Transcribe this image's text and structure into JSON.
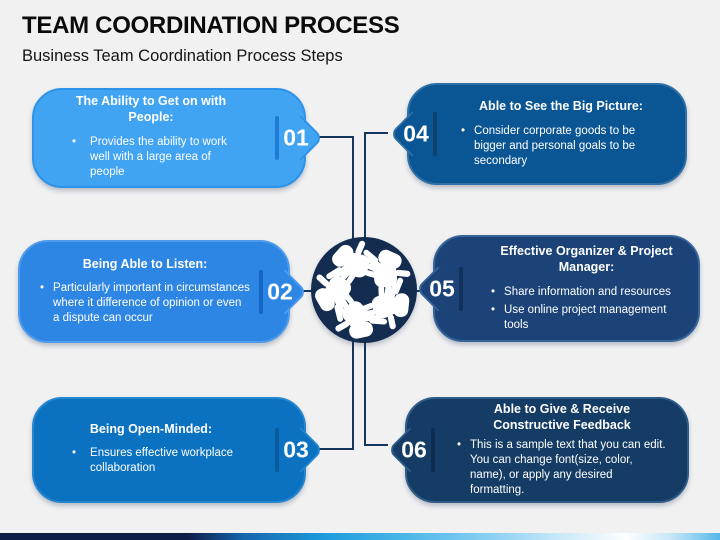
{
  "slide": {
    "title": "TEAM COORDINATION PROCESS",
    "subtitle": "Business Team Coordination Process Steps"
  },
  "steps": [
    {
      "number": "01",
      "heading": "The Ability to Get on with People:",
      "bullets": [
        "Provides the ability to work well with a large area of people"
      ],
      "fill": "#41A4F3",
      "edge": "#2D93E8",
      "sep": "#1E7CD6"
    },
    {
      "number": "02",
      "heading": "Being Able to Listen:",
      "bullets": [
        "Particularly important in circumstances where it difference of opinion or even a dispute can occur"
      ],
      "fill": "#2E86E4",
      "edge": "#4E9BEC",
      "sep": "#1566C4"
    },
    {
      "number": "03",
      "heading": "Being Open-Minded:",
      "bullets": [
        "Ensures effective workplace collaboration"
      ],
      "fill": "#0B72C2",
      "edge": "#2585CF",
      "sep": "#0A5A9C"
    },
    {
      "number": "04",
      "heading": "Able to See the Big Picture:",
      "bullets": [
        "Consider corporate goods to be bigger and personal goals to be secondary"
      ],
      "fill": "#0A5594",
      "edge": "#2E6FA6",
      "sep": "#0D4170"
    },
    {
      "number": "05",
      "heading": "Effective Organizer & Project Manager:",
      "bullets": [
        "Share information and resources",
        "Use online project management tools"
      ],
      "fill": "#1B4378",
      "edge": "#35639A",
      "sep": "#12305C"
    },
    {
      "number": "06",
      "heading": "Able to Give & Receive Constructive Feedback",
      "bullets": [
        "This is a sample text that you can edit. You can change font(size, color, name), or apply any desired formatting."
      ],
      "fill": "#143C64",
      "edge": "#2F5B88",
      "sep": "#0E2C4E"
    }
  ],
  "center": {
    "icon": "teamwork-hands",
    "hub_color": "#132C50"
  },
  "connectors": {
    "color": "#16355C"
  },
  "footer": {
    "gradient_stops": [
      "#0E1C49 0%",
      "#0E1C49 26%",
      "#1567AE 34%",
      "#1D9BDC 45%",
      "#49B5E8 56%",
      "#8FD2F3 69%",
      "#D7EEFA 80%",
      "#FDFEFF 87%",
      "#C9E8F8 93%",
      "#57B8EA 100%"
    ]
  }
}
